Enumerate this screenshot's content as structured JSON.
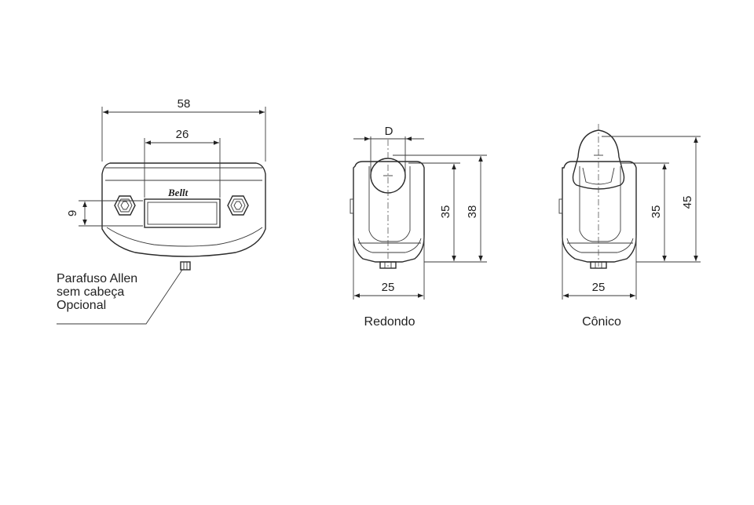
{
  "front_view": {
    "dim_width": "58",
    "dim_window": "26",
    "dim_height": "9",
    "brand": "Bellt",
    "callout_line1": "Parafuso Allen",
    "callout_line2": "sem cabeça",
    "callout_line3": "Opcional"
  },
  "side_round": {
    "dim_d": "D",
    "dim_h35": "35",
    "dim_h38": "38",
    "dim_w25": "25",
    "caption": "Redondo"
  },
  "side_conic": {
    "dim_h35": "35",
    "dim_h45": "45",
    "dim_w25": "25",
    "caption": "Cônico"
  }
}
